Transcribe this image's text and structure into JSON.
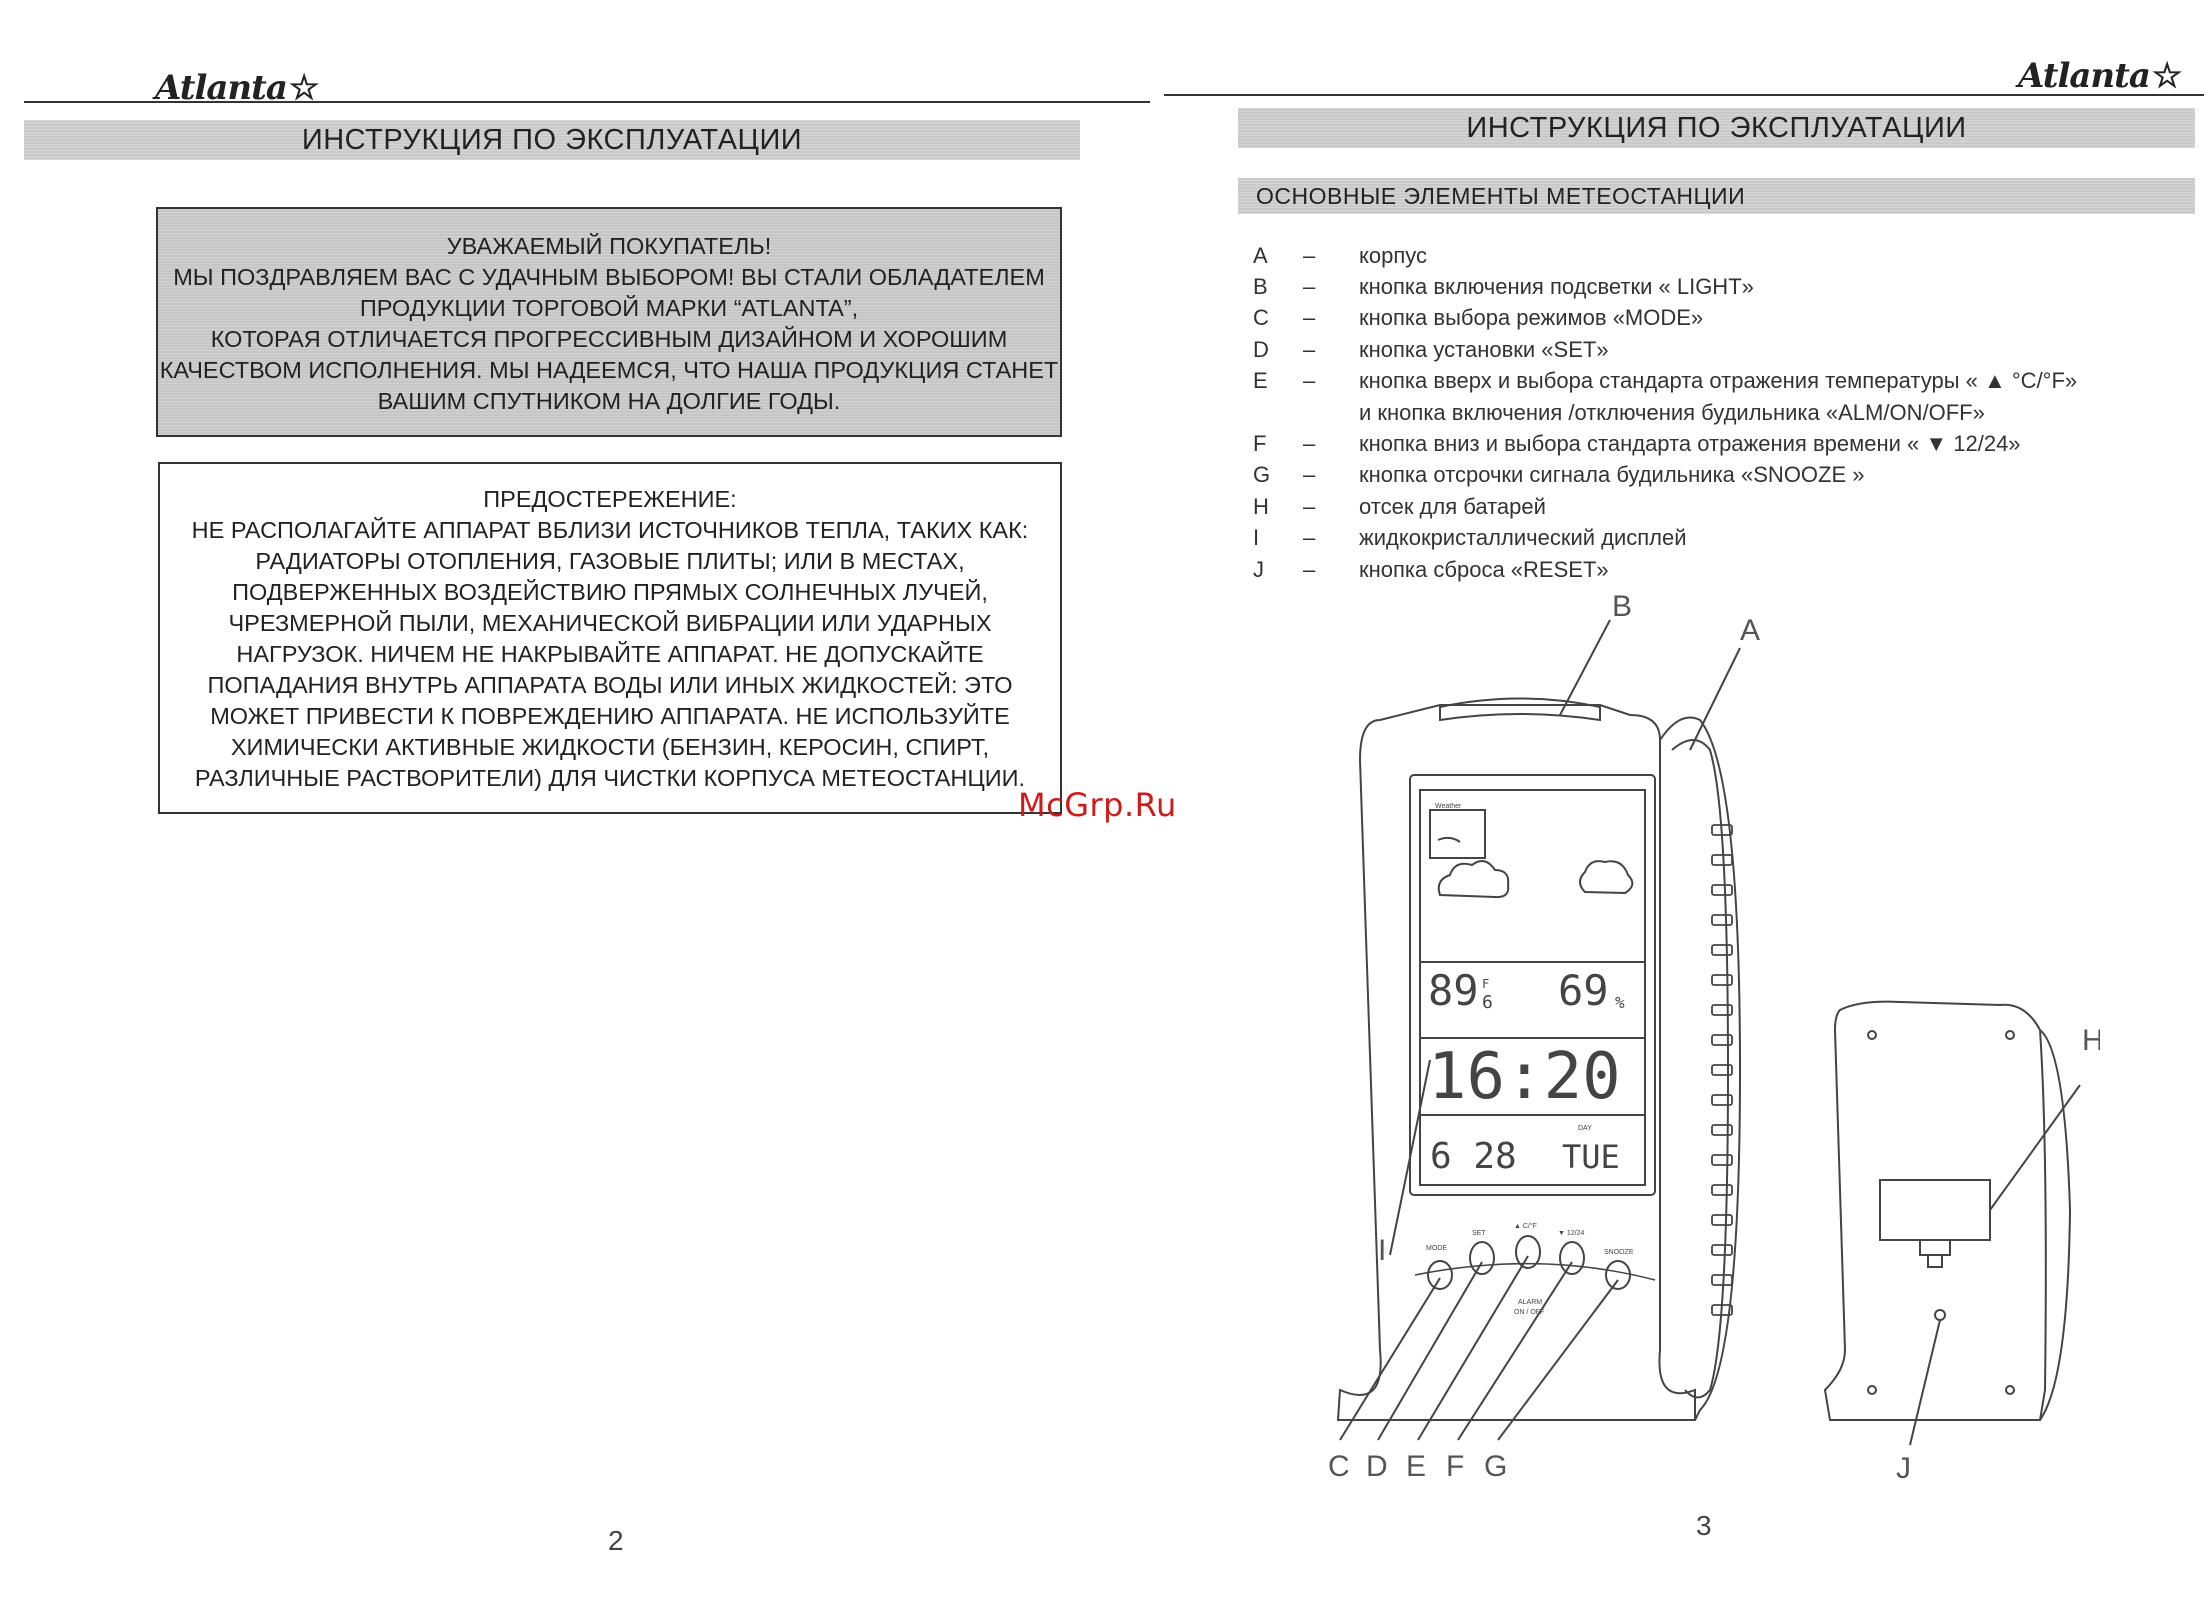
{
  "brand": "Atlanta",
  "left_page": {
    "header": "ИНСТРУКЦИЯ ПО ЭКСПЛУАТАЦИИ",
    "greeting": [
      "УВАЖАЕМЫЙ ПОКУПАТЕЛЬ!",
      "МЫ ПОЗДРАВЛЯЕМ ВАС С УДАЧНЫМ ВЫБОРОМ! ВЫ СТАЛИ ОБЛАДАТЕЛЕМ",
      "ПРОДУКЦИИ ТОРГОВОЙ МАРКИ “ATLANTA”,",
      "КОТОРАЯ ОТЛИЧАЕТСЯ ПРОГРЕССИВНЫМ ДИЗАЙНОМ И ХОРОШИМ",
      "КАЧЕСТВОМ ИСПОЛНЕНИЯ. МЫ НАДЕЕМСЯ, ЧТО НАША ПРОДУКЦИЯ СТАНЕТ",
      "ВАШИМ СПУТНИКОМ НА ДОЛГИЕ ГОДЫ."
    ],
    "warning": [
      "ПРЕДОСТЕРЕЖЕНИЕ:",
      "НЕ РАСПОЛАГАЙТЕ АППАРАТ ВБЛИЗИ ИСТОЧНИКОВ ТЕПЛА, ТАКИХ КАК:",
      "РАДИАТОРЫ ОТОПЛЕНИЯ, ГАЗОВЫЕ ПЛИТЫ; ИЛИ В МЕСТАХ,",
      "ПОДВЕРЖЕННЫХ ВОЗДЕЙСТВИЮ ПРЯМЫХ СОЛНЕЧНЫХ ЛУЧЕЙ,",
      "ЧРЕЗМЕРНОЙ ПЫЛИ, МЕХАНИЧЕСКОЙ ВИБРАЦИИ ИЛИ УДАРНЫХ",
      "НАГРУЗОК. НИЧЕМ НЕ НАКРЫВАЙТЕ АППАРАТ. НЕ ДОПУСКАЙТЕ",
      "ПОПАДАНИЯ ВНУТРЬ АППАРАТА ВОДЫ ИЛИ ИНЫХ ЖИДКОСТЕЙ: ЭТО",
      "МОЖЕТ ПРИВЕСТИ К ПОВРЕЖДЕНИЮ АППАРАТА. НЕ ИСПОЛЬЗУЙТЕ",
      "ХИМИЧЕСКИ АКТИВНЫЕ ЖИДКОСТИ (БЕНЗИН, КЕРОСИН, СПИРТ,",
      "РАЗЛИЧНЫЕ РАСТВОРИТЕЛИ) ДЛЯ ЧИСТКИ КОРПУСА МЕТЕОСТАНЦИИ."
    ],
    "page_number": "2"
  },
  "right_page": {
    "header": "ИНСТРУКЦИЯ ПО ЭКСПЛУАТАЦИИ",
    "subheader": "ОСНОВНЫЕ ЭЛЕМЕНТЫ МЕТЕОСТАНЦИИ",
    "dash": "–",
    "elements": [
      {
        "key": "A",
        "text": "корпус"
      },
      {
        "key": "B",
        "text": "кнопка  включения подсветки « LIGHT»"
      },
      {
        "key": "C",
        "text": "кнопка выбора режимов «MODE»"
      },
      {
        "key": "D",
        "text": "кнопка установки «SET»"
      },
      {
        "key": "E",
        "text": "кнопка вверх и выбора стандарта отражения температуры « ▲ °C/°F»"
      },
      {
        "key": "",
        "text": "и кнопка включения /отключения будильника «ALM/ON/OFF»"
      },
      {
        "key": "F",
        "text": "кнопка вниз и выбора стандарта отражения времени « ▼ 12/24»"
      },
      {
        "key": "G",
        "text": "кнопка отсрочки сигнала будильника   «SNOOZE »"
      },
      {
        "key": "H",
        "text": "отсек для батарей"
      },
      {
        "key": "I",
        "text": "жидкокристаллический дисплей"
      },
      {
        "key": "J",
        "text": "кнопка сброса «RESET»"
      }
    ],
    "diagram": {
      "callouts": {
        "A": "A",
        "B": "B",
        "C": "C",
        "D": "D",
        "E": "E",
        "F": "F",
        "G": "G",
        "H": "H",
        "I": "I",
        "J": "J"
      },
      "lcd": {
        "weather_label": "Weather",
        "temp": "89",
        "temp_decimal": "6",
        "temp_unit": "F",
        "humidity": "69",
        "humidity_unit": "%",
        "time": "16:20",
        "date": "6 28",
        "day_label": "DAY",
        "day": "TUE"
      },
      "button_labels": {
        "mode": "MODE",
        "set": "SET",
        "up": "▲ C/°F",
        "down": "▼ 12/24",
        "snooze": "SNOOZE",
        "alarm": "ALARM",
        "alarm_sub": "ON / OFF"
      }
    },
    "page_number": "3"
  },
  "watermark": "McGrp.Ru"
}
